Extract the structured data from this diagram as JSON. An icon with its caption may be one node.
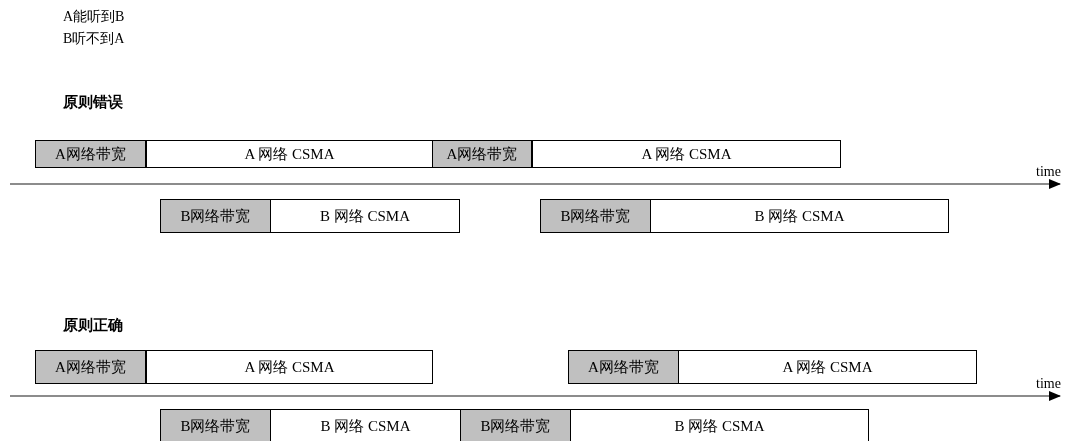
{
  "diagram": {
    "nodes": [
      {
        "text": [
          "A网络带宽"
        ]
      },
      {
        "text": [
          "A 网络 CSMA"
        ]
      },
      {
        "text": [
          "A网络带宽"
        ]
      },
      {
        "text": [
          "A 网络 CSMA"
        ]
      },
      {
        "text": [
          "B网络带宽"
        ]
      },
      {
        "text": [
          "B 网络 CSMA"
        ]
      },
      {
        "text": [
          "B网络带宽"
        ]
      },
      {
        "text": [
          "B 网络 CSMA"
        ]
      },
      {
        "text": [
          "A网络带宽"
        ]
      },
      {
        "text": [
          "A 网络 CSMA"
        ]
      },
      {
        "text": [
          "A网络带宽"
        ]
      },
      {
        "text": [
          "A 网络 CSMA"
        ]
      },
      {
        "text": [
          "B网络带宽"
        ]
      },
      {
        "text": [
          "B 网络 CSMA"
        ]
      },
      {
        "text": [
          "B网络带宽"
        ]
      },
      {
        "text": [
          "B 网络 CSMA"
        ]
      }
    ],
    "labels": [
      "A能听到B",
      "B听不到A",
      "原则错误",
      "time",
      "原则正确",
      "time"
    ]
  }
}
